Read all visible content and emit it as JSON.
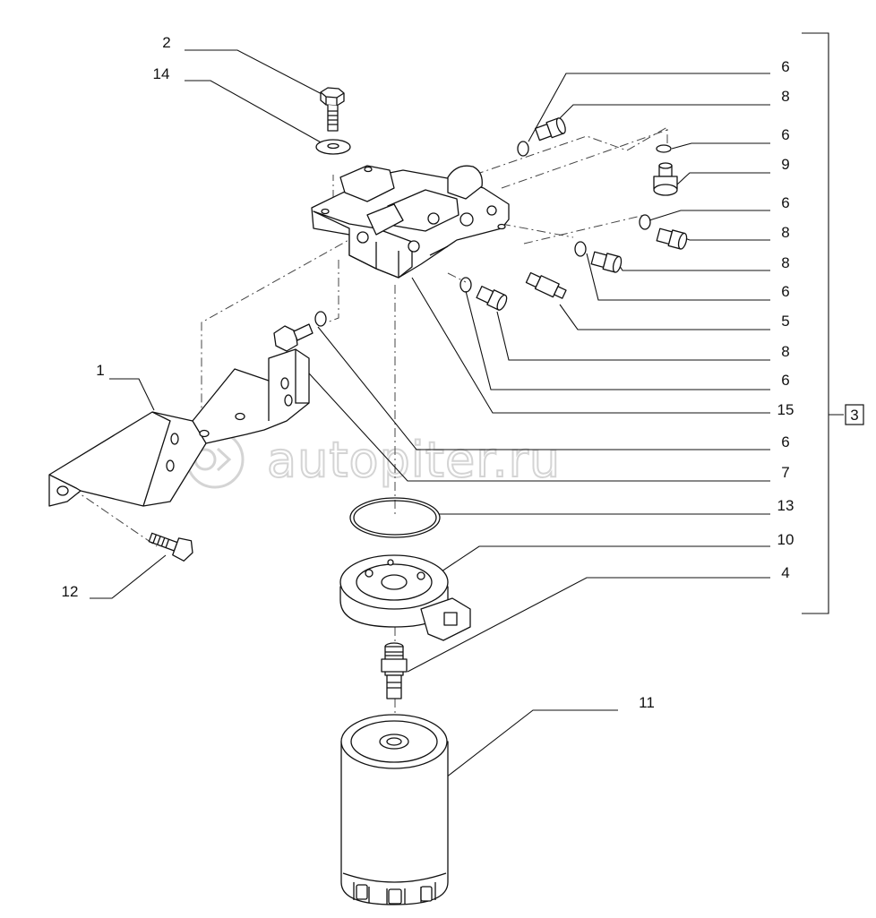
{
  "callouts": {
    "c2": "2",
    "c14": "14",
    "c1": "1",
    "c12": "12",
    "c11": "11",
    "r6a": "6",
    "r8a": "8",
    "r6b": "6",
    "r9": "9",
    "r6c": "6",
    "r8b": "8",
    "r8c": "8",
    "r6d": "6",
    "r5": "5",
    "r8d": "8",
    "r6e": "6",
    "r15": "15",
    "r6f": "6",
    "r7": "7",
    "r13": "13",
    "r10": "10",
    "r4": "4"
  },
  "assembly_label": "3",
  "watermark": "autopiter.ru"
}
